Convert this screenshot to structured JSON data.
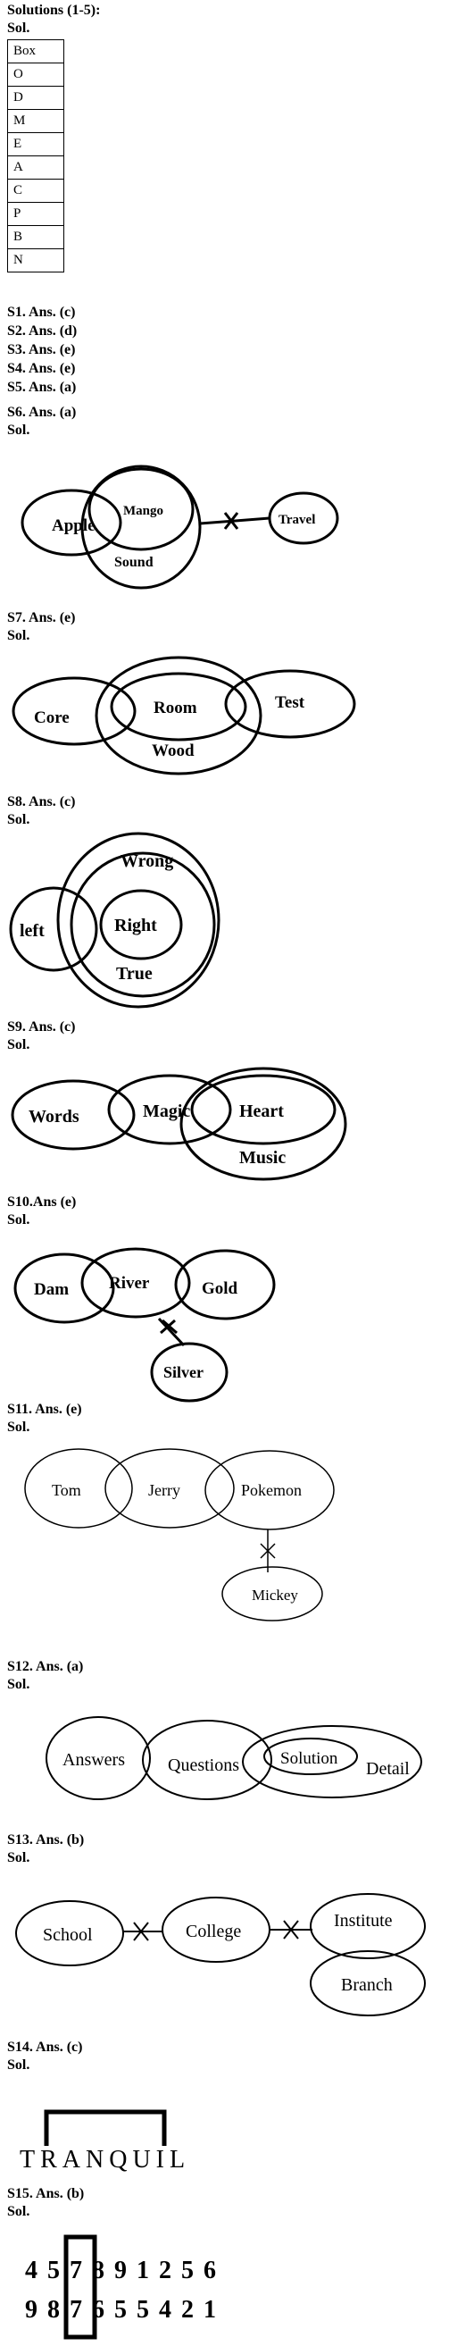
{
  "title": "Solutions (1-5):",
  "sol_label": "Sol.",
  "box_table": {
    "header": "Box",
    "rows": [
      "O",
      "D",
      "M",
      "E",
      "A",
      "C",
      "P",
      "B",
      "N"
    ]
  },
  "answers_1_5": [
    "S1. Ans. (c)",
    "S2. Ans. (d)",
    "S3. Ans. (e)",
    "S4. Ans. (e)",
    "S5. Ans. (a)"
  ],
  "s6": {
    "heading": "S6. Ans. (a)",
    "labels": [
      "Apple",
      "Mango",
      "Sound",
      "Travel"
    ]
  },
  "s7": {
    "heading": "S7. Ans. (e)",
    "labels": [
      "Core",
      "Room",
      "Test",
      "Wood"
    ]
  },
  "s8": {
    "heading": "S8. Ans. (c)",
    "labels": [
      "Wrong",
      "left",
      "Right",
      "True"
    ]
  },
  "s9": {
    "heading": "S9. Ans. (c)",
    "labels": [
      "Words",
      "Magic",
      "Heart",
      "Music"
    ]
  },
  "s10": {
    "heading": "S10.Ans (e)",
    "labels": [
      "Dam",
      "River",
      "Gold",
      "Silver"
    ]
  },
  "s11": {
    "heading": "S11. Ans. (e)",
    "labels": [
      "Tom",
      "Jerry",
      "Pokemon",
      "Mickey"
    ]
  },
  "s12": {
    "heading": "S12. Ans. (a)",
    "labels": [
      "Answers",
      "Questions",
      "Solution",
      "Detail"
    ]
  },
  "s13": {
    "heading": "S13. Ans. (b)",
    "labels": [
      "School",
      "College",
      "Institute",
      "Branch"
    ]
  },
  "s14": {
    "heading": "S14. Ans. (c)",
    "word": "TRANQUIL"
  },
  "s15": {
    "heading": "S15. Ans. (b)",
    "row1": "4 5 7 8 9 1 2 5 6",
    "row2": "9 8 7 6 5 5 4 2 1"
  }
}
